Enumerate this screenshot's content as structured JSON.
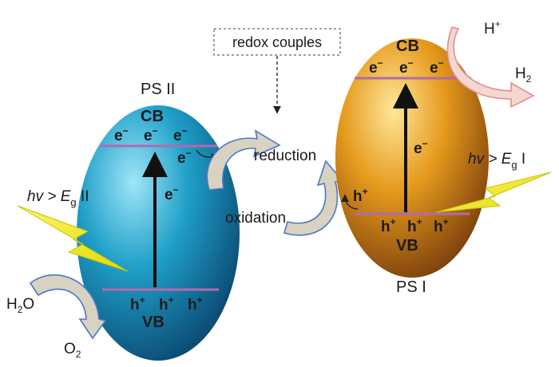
{
  "ps2": {
    "title": "PS II",
    "cb_label": "CB",
    "vb_label": "VB",
    "electron": "e",
    "hole": "h",
    "plus": "+",
    "minus": "−",
    "excitation": {
      "prefix": "hv > ",
      "symbol": "E",
      "subscript": "g",
      "suffix": " II"
    },
    "water": {
      "h": "H",
      "sub2": "2",
      "o": "O"
    },
    "oxygen": {
      "o": "O",
      "sub2": "2"
    },
    "colors": {
      "sphere_light": "#8fe0f5",
      "sphere_mid": "#1c9cc4",
      "sphere_dark": "#0b4f7a"
    }
  },
  "ps1": {
    "title": "PS I",
    "cb_label": "CB",
    "vb_label": "VB",
    "electron": "e",
    "hole": "h",
    "plus": "+",
    "minus": "−",
    "excitation": {
      "prefix": "hv > ",
      "symbol": "E",
      "subscript": "g",
      "suffix": " I"
    },
    "proton": {
      "h": "H",
      "plus": "+"
    },
    "hydrogen": {
      "h": "H",
      "sub2": "2"
    },
    "colors": {
      "sphere_light": "#ffe08a",
      "sphere_mid": "#e8a020",
      "sphere_dark": "#8a4a10"
    }
  },
  "middle": {
    "redox_label": "redox couples",
    "reduction_label": "reduction",
    "oxidation_label": "oxidation"
  },
  "colors": {
    "band_line": "#b06ab0",
    "arrow_fill": "#d8d2c0",
    "arrow_outline": "#4a78c8",
    "red_arrow_fill": "#f2d8d0",
    "red_arrow_outline": "#e88b8b",
    "lightning": "#f0e800"
  }
}
